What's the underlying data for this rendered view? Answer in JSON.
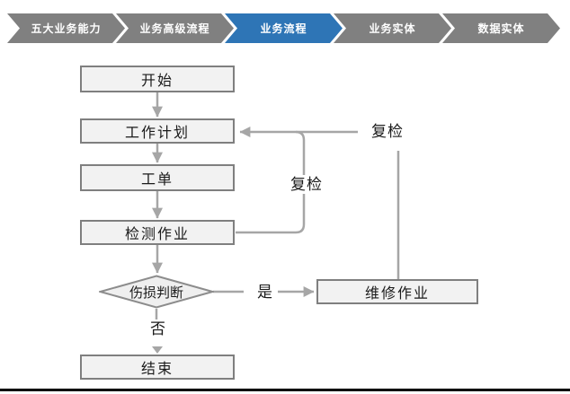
{
  "breadcrumb": {
    "active_color": "#2E75B6",
    "inactive_color": "#808080",
    "items": [
      {
        "label": "五大业务能力",
        "active": false
      },
      {
        "label": "业务高级流程",
        "active": false
      },
      {
        "label": "业务流程",
        "active": true
      },
      {
        "label": "业务实体",
        "active": false
      },
      {
        "label": "数据实体",
        "active": false
      }
    ]
  },
  "flowchart": {
    "nodes": {
      "start": {
        "label": "开始",
        "type": "process"
      },
      "work_plan": {
        "label": "工作计划",
        "type": "process"
      },
      "work_order": {
        "label": "工单",
        "type": "process"
      },
      "inspection": {
        "label": "检测作业",
        "type": "process"
      },
      "damage_decision": {
        "label": "伤损判断",
        "type": "decision"
      },
      "repair": {
        "label": "维修作业",
        "type": "process"
      },
      "end": {
        "label": "结束",
        "type": "process"
      }
    },
    "edge_labels": {
      "recheck_top": "复检",
      "recheck_inner": "复检",
      "yes": "是",
      "no": "否"
    },
    "colors": {
      "node_fill": "#F2F2F2",
      "node_border": "#7F7F7F",
      "connector": "#A6A6A6",
      "text": "#1A1A1A",
      "bottom_border": "#000000"
    }
  }
}
